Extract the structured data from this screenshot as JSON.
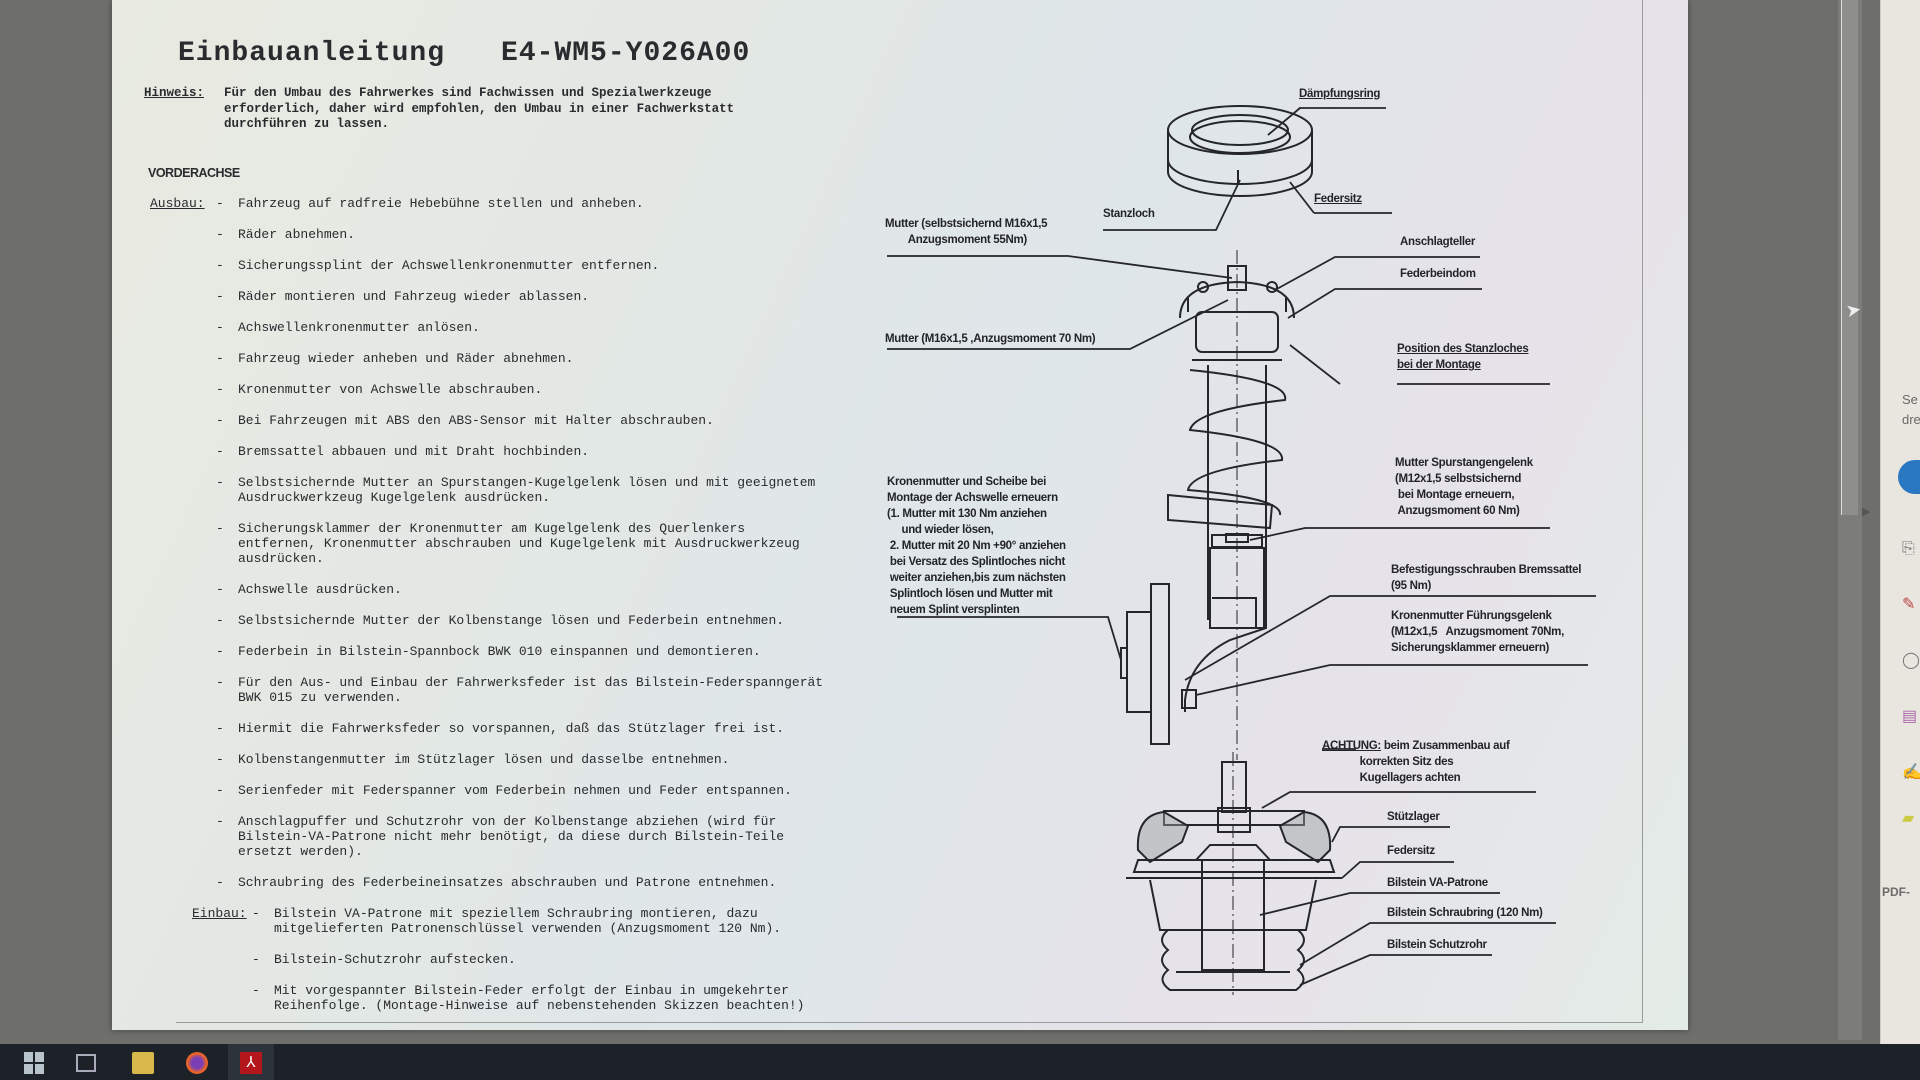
{
  "document": {
    "title": "Einbauanleitung",
    "part_number": "E4-WM5-Y026A00",
    "note_label": "Hinweis:",
    "note_text": "Für den Umbau des Fahrwerkes sind Fachwissen und Spezialwerkzeuge erforderlich, daher wird empfohlen, den Umbau in einer Fachwerkstatt durchführen zu lassen.",
    "section": "VORDERACHSE",
    "ausbau_label": "Ausbau:",
    "ausbau_steps": [
      "Fahrzeug auf radfreie Hebebühne stellen und anheben.",
      "Räder abnehmen.",
      "Sicherungssplint der Achswellenkronenmutter entfernen.",
      "Räder montieren und Fahrzeug wieder ablassen.",
      "Achswellenkronenmutter anlösen.",
      "Fahrzeug wieder anheben und Räder abnehmen.",
      "Kronenmutter von Achswelle abschrauben.",
      "Bei Fahrzeugen mit ABS den ABS-Sensor mit Halter abschrauben.",
      "Bremssattel abbauen und mit Draht hochbinden.",
      "Selbstsichernde Mutter an Spurstangen-Kugelgelenk lösen und mit geeignetem Ausdruckwerkzeug Kugelgelenk ausdrücken.",
      "Sicherungsklammer der Kronenmutter am Kugelgelenk des Querlenkers entfernen, Kronenmutter abschrauben und Kugelgelenk mit Ausdruckwerkzeug ausdrücken.",
      "Achswelle ausdrücken.",
      "Selbstsichernde Mutter der Kolbenstange lösen und Federbein entnehmen.",
      "Federbein in Bilstein-Spannbock BWK 010 einspannen und demontieren.",
      "Für den Aus- und Einbau der Fahrwerksfeder ist das Bilstein-Federspanngerät BWK 015 zu verwenden.",
      "Hiermit die Fahrwerksfeder so vorspannen, daß das Stützlager frei ist.",
      "Kolbenstangenmutter im Stützlager lösen und dasselbe entnehmen.",
      "Serienfeder mit Federspanner vom Federbein nehmen und Feder entspannen.",
      "Anschlagpuffer und Schutzrohr von der Kolbenstange abziehen (wird für Bilstein-VA-Patrone nicht mehr benötigt, da diese durch Bilstein-Teile ersetzt werden).",
      "Schraubring des Federbeineinsatzes abschrauben und Patrone entnehmen."
    ],
    "einbau_label": "Einbau:",
    "einbau_steps": [
      "Bilstein VA-Patrone mit speziellem Schraubring montieren, dazu mitgelieferten Patronenschlüssel verwenden (Anzugsmoment 120 Nm).",
      "Bilstein-Schutzrohr aufstecken.",
      "Mit vorgespannter Bilstein-Feder erfolgt der Einbau in umgekehrter Reihenfolge. (Montage-Hinweise auf nebenstehenden Skizzen beachten!)"
    ],
    "dash": "-"
  },
  "diagram": {
    "daempfungsring": "Dämpfungsring",
    "federsitz_top": "Federsitz",
    "stanzloch": "Stanzloch",
    "mutter_55": "Mutter (selbstsichernd M16x1,5\n        Anzugsmoment 55Nm)",
    "anschlagteller": "Anschlagteller",
    "federbeindom": "Federbeindom",
    "mutter_70": "Mutter (M16x1,5 ,Anzugsmoment 70 Nm)",
    "position_stanzloch": "Position des Stanzloches\nbei der Montage",
    "kronenmutter_achswelle": "Kronenmutter und Scheibe bei\nMontage der Achswelle erneuern\n(1. Mutter mit 130 Nm anziehen\n     und wieder lösen,\n 2. Mutter mit 20 Nm +90° anziehen\n bei Versatz des Splintloches nicht\n weiter anziehen,bis zum nächsten\n Splintloch lösen und Mutter mit\n neuem Splint versplinten",
    "mutter_spurstange": "Mutter Spurstangengelenk\n(M12x1,5 selbstsichernd\n bei Montage erneuern,\n Anzugsmoment 60 Nm)",
    "befestigung_bremssattel": "Befestigungsschrauben Bremssattel\n(95 Nm)",
    "kronenmutter_fuehrung": "Kronenmutter Führungsgelenk\n(M12x1,5   Anzugsmoment 70Nm,\nSicherungsklammer erneuern)",
    "achtung_label": "ACHTUNG:",
    "achtung_text": " beim Zusammenbau auf\n             korrekten Sitz des\n             Kugellagers achten",
    "stuetzlager": "Stützlager",
    "federsitz_bottom": "Federsitz",
    "va_patrone": "Bilstein VA-Patrone",
    "schraubring": "Bilstein Schraubring (120 Nm)",
    "schutzrohr": "Bilstein Schutzrohr"
  },
  "right_panel": {
    "text_line1": "Se",
    "text_line2": "dre",
    "footer": "PDF-"
  },
  "taskbar": {
    "acrobat_glyph": "⅄"
  },
  "colors": {
    "ink": "#2a2b2e",
    "accent_blue": "#2a77c2",
    "acrobat_red": "#b3161b"
  }
}
